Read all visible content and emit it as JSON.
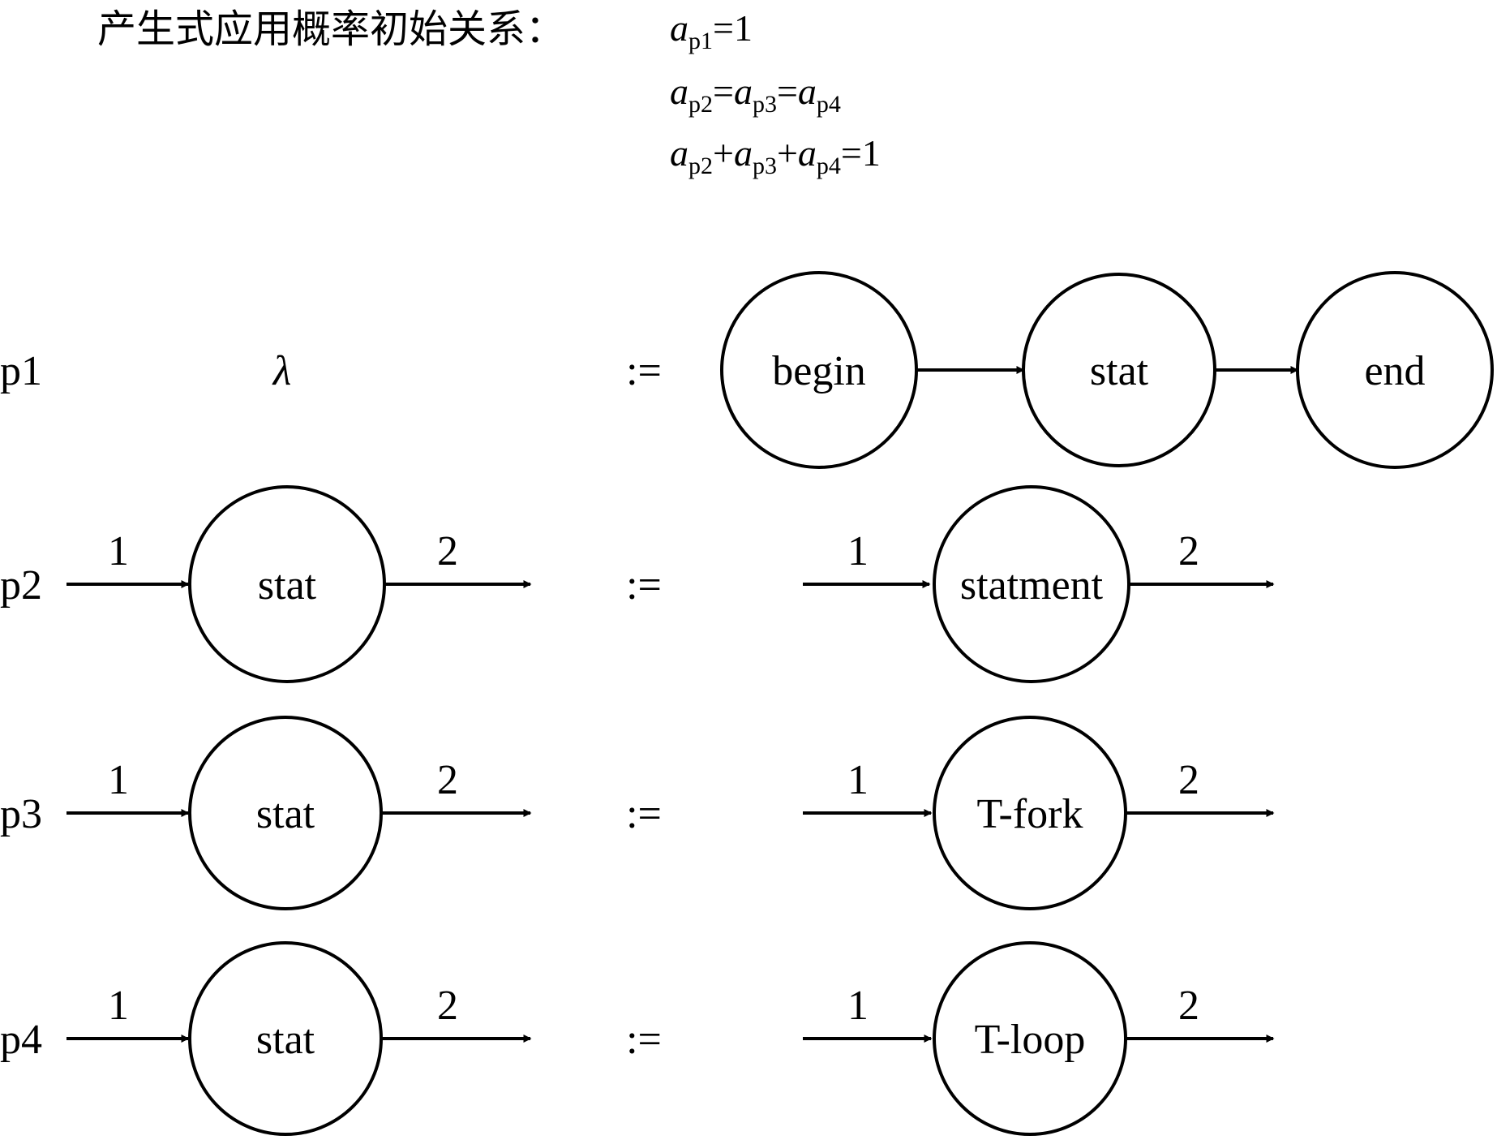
{
  "header": {
    "title": "产生式应用概率初始关系：",
    "var": "a",
    "eq1": {
      "s1": "p1",
      "rest": "=1"
    },
    "eq2": {
      "s1": "p2",
      "op1": "=",
      "s2": "p3",
      "op2": "=",
      "s3": "p4"
    },
    "eq3": {
      "s1": "p2",
      "op1": "+",
      "s2": "p3",
      "op2": "+",
      "s3": "p4",
      "rest": "=1"
    }
  },
  "productions": [
    {
      "id": "p1",
      "lhs": "λ",
      "op": ":=",
      "rhs": [
        "begin",
        "stat",
        "end"
      ]
    },
    {
      "id": "p2",
      "lhs": "stat",
      "in": "1",
      "out": "2",
      "op": ":=",
      "rhs_node": "statment"
    },
    {
      "id": "p3",
      "lhs": "stat",
      "in": "1",
      "out": "2",
      "op": ":=",
      "rhs_node": "T-fork"
    },
    {
      "id": "p4",
      "lhs": "stat",
      "in": "1",
      "out": "2",
      "op": ":=",
      "rhs_node": "T-loop"
    }
  ],
  "colors": {
    "stroke": "#000000",
    "background": "#ffffff"
  }
}
